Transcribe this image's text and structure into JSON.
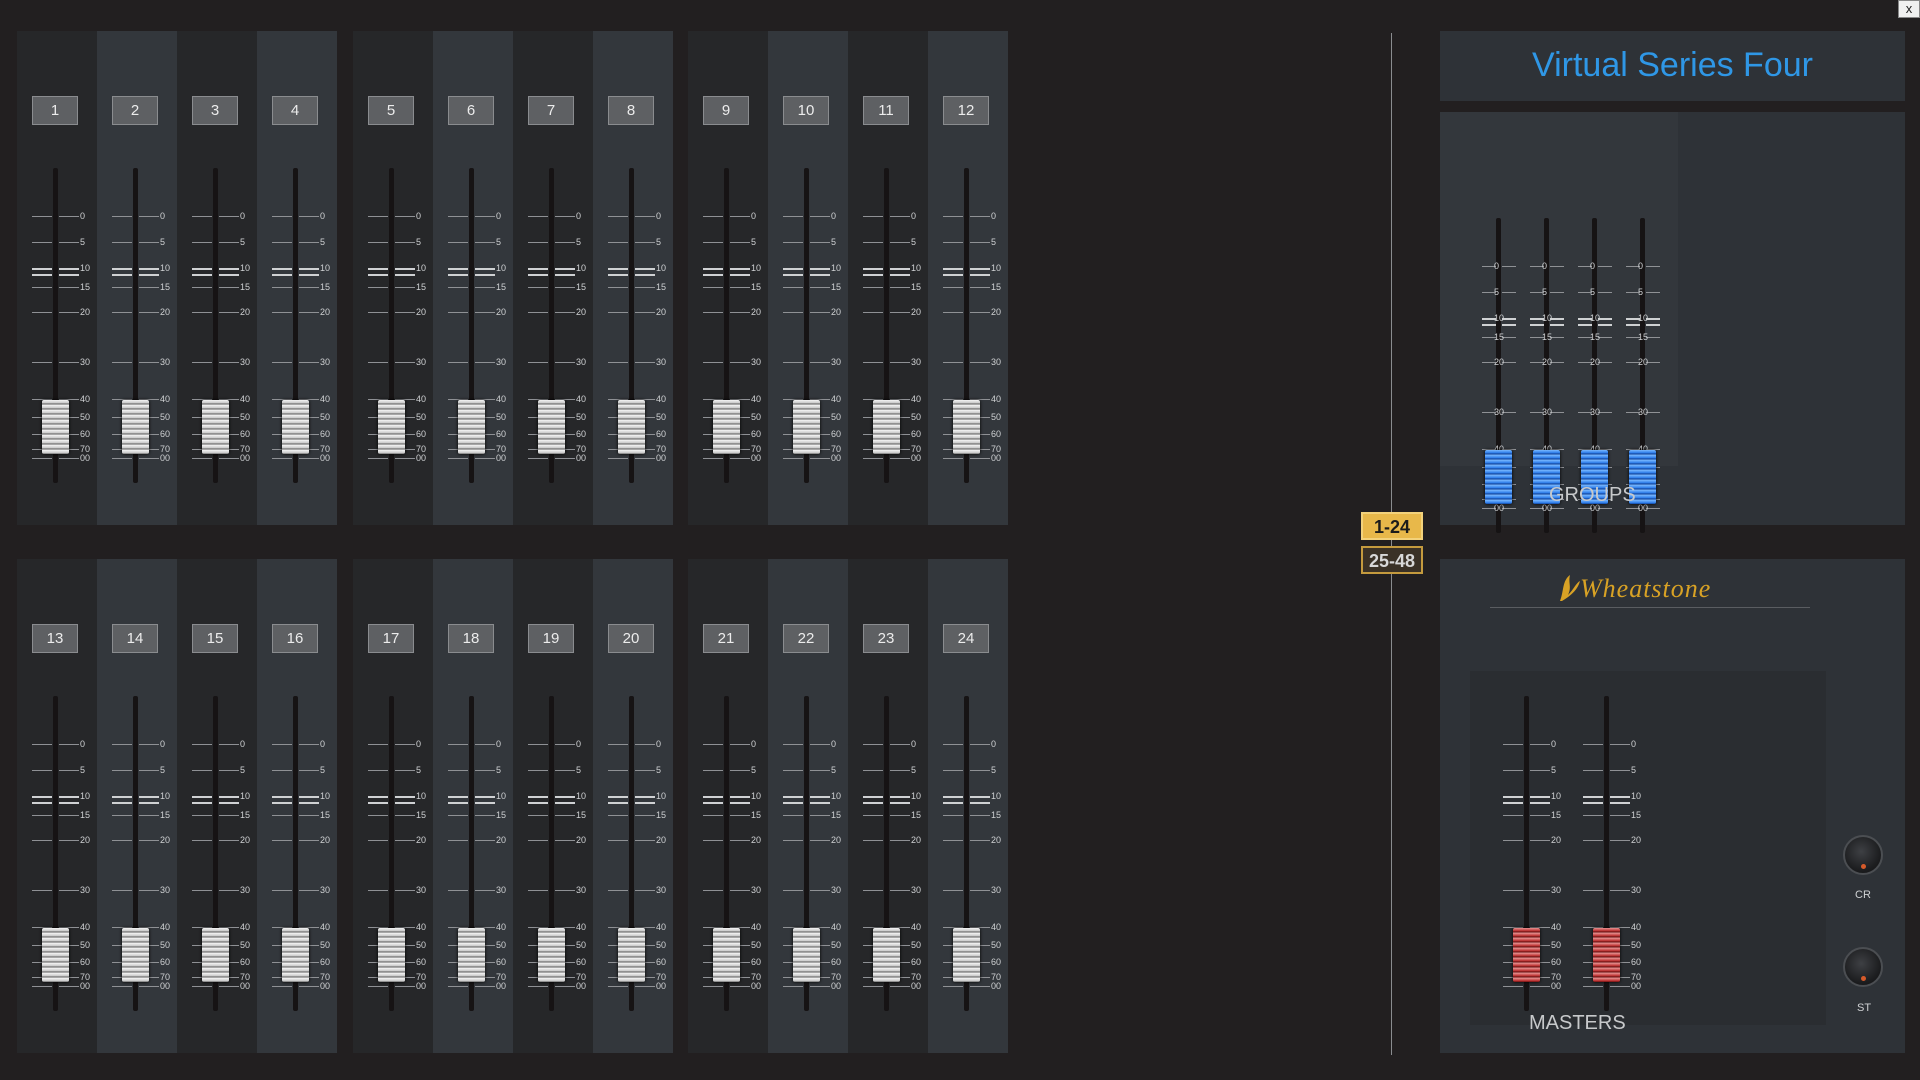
{
  "window": {
    "close_label": "x"
  },
  "console": {
    "title": "Virtual Series Four",
    "groups_label": "GROUPS",
    "masters_label": "MASTERS",
    "brand": "Wheatstone",
    "page_buttons": [
      {
        "label": "1-24",
        "active": true
      },
      {
        "label": "25-48",
        "active": false
      }
    ],
    "channels": [
      "1",
      "2",
      "3",
      "4",
      "5",
      "6",
      "7",
      "8",
      "9",
      "10",
      "11",
      "12",
      "13",
      "14",
      "15",
      "16",
      "17",
      "18",
      "19",
      "20",
      "21",
      "22",
      "23",
      "24"
    ],
    "fader_scale": [
      "0",
      "5",
      "10",
      "15",
      "20",
      "30",
      "40",
      "50",
      "60",
      "70",
      "00"
    ],
    "knobs": [
      {
        "label": "CR"
      },
      {
        "label": "ST"
      }
    ]
  },
  "colors": {
    "title": "#2f97e6",
    "page_active": "#e8b84a",
    "page_inactive": "#3a3126",
    "fader_channel": "#d0d0d0",
    "fader_group": "#2a7ae8",
    "fader_master": "#b82b2b",
    "brand": "#d8a225"
  },
  "icons": {
    "close": "close-icon",
    "brand_logo": "wheatstone-logo-icon",
    "rotary": "rotary-knob-icon"
  }
}
